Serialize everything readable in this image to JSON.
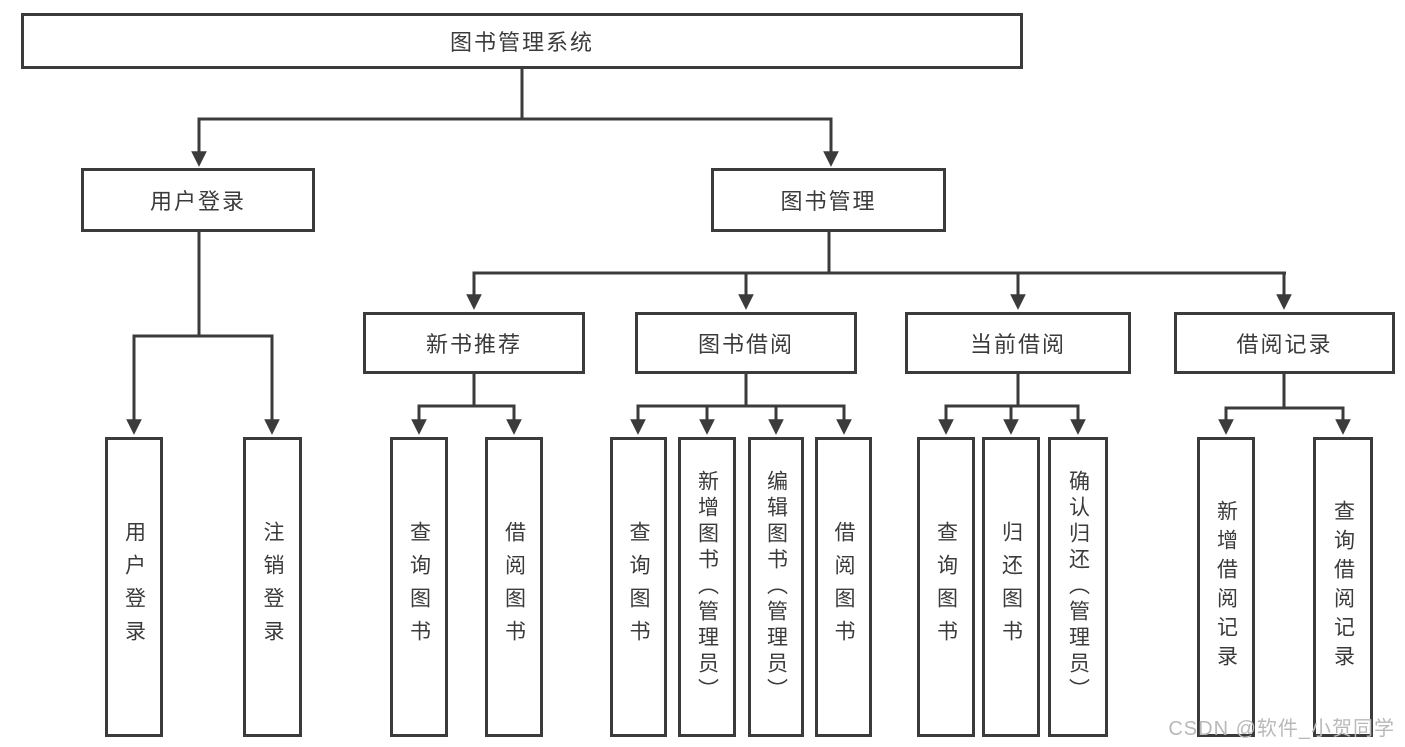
{
  "diagram": {
    "type": "hierarchy-tree",
    "title": "图书管理系统"
  },
  "tree": {
    "label": "图书管理系统",
    "children": [
      {
        "label": "用户登录",
        "children": [
          {
            "label": "用户登录"
          },
          {
            "label": "注销登录"
          }
        ]
      },
      {
        "label": "图书管理",
        "children": [
          {
            "label": "新书推荐",
            "children": [
              {
                "label": "查询图书"
              },
              {
                "label": "借阅图书"
              }
            ]
          },
          {
            "label": "图书借阅",
            "children": [
              {
                "label": "查询图书"
              },
              {
                "label": "新增图书（管理员）"
              },
              {
                "label": "编辑图书（管理员）"
              },
              {
                "label": "借阅图书"
              }
            ]
          },
          {
            "label": "当前借阅",
            "children": [
              {
                "label": "查询图书"
              },
              {
                "label": "归还图书"
              },
              {
                "label": "确认归还（管理员）"
              }
            ]
          },
          {
            "label": "借阅记录",
            "children": [
              {
                "label": "新增借阅记录"
              },
              {
                "label": "查询借阅记录"
              }
            ]
          }
        ]
      }
    ]
  },
  "watermark": {
    "text": "CSDN @软件_小贺同学"
  },
  "colors": {
    "line": "#3b3b3b",
    "text": "#3b3b3b",
    "box_background": "#ffffff",
    "page_background": "#ffffff",
    "watermark": "#b9b9b9"
  }
}
